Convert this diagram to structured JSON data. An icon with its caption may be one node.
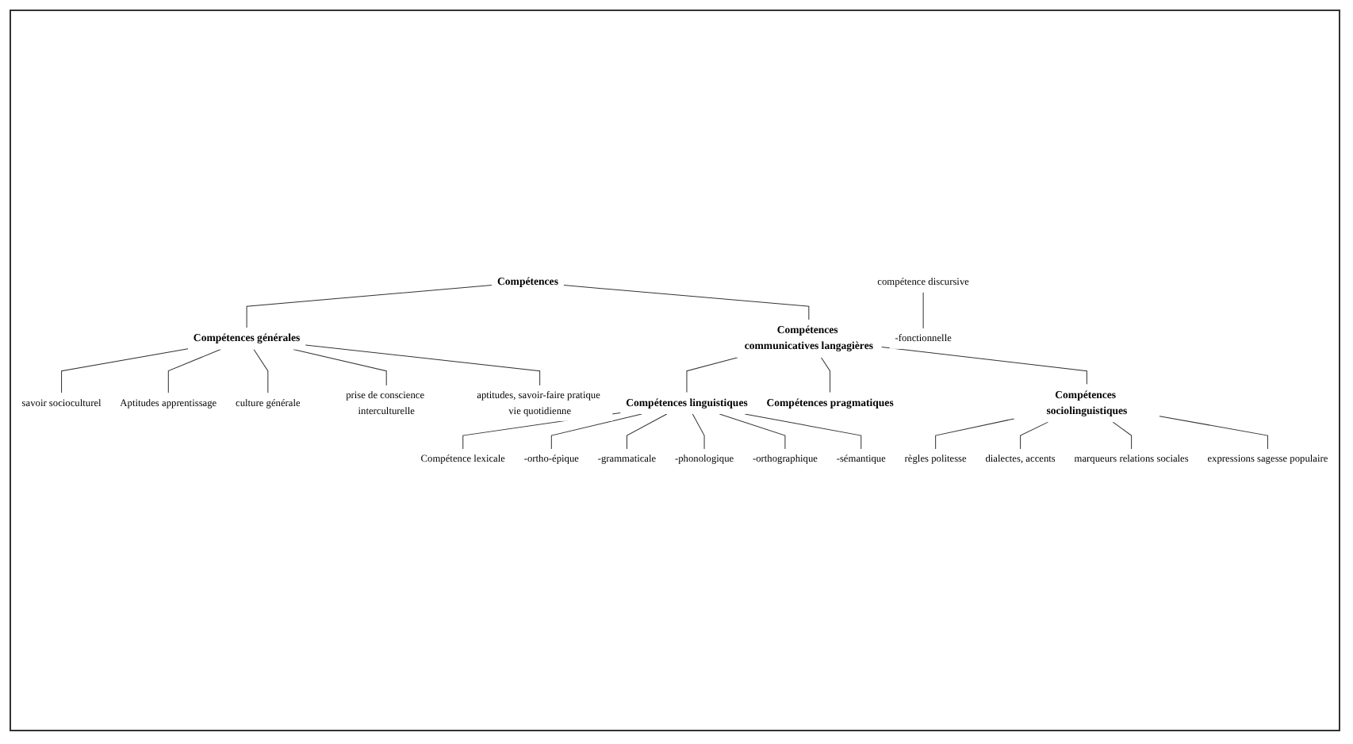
{
  "diagram": {
    "nodes": [
      {
        "text": [
          "Compétences"
        ]
      },
      {
        "text": [
          "Compétences générales"
        ]
      },
      {
        "text": [
          "Compétences communicatives langagières"
        ]
      },
      {
        "text": [
          "savoir socioculturel"
        ]
      },
      {
        "text": [
          "Aptitudes apprentissage"
        ]
      },
      {
        "text": [
          "culture générale"
        ]
      },
      {
        "text": [
          "prise de conscience interculturelle"
        ]
      },
      {
        "text": [
          "aptitudes, savoir-faire pratique vie quotidienne"
        ]
      },
      {
        "text": [
          "Compétences linguistiques"
        ]
      },
      {
        "text": [
          "Compétences pragmatiques"
        ]
      },
      {
        "text": [
          "compétence discursive"
        ]
      },
      {
        "text": [
          "-fonctionnelle"
        ]
      },
      {
        "text": [
          "Compétence lexicale"
        ]
      },
      {
        "text": [
          "-sémantique"
        ]
      },
      {
        "text": [
          "Compétences sociolinguistiques"
        ]
      },
      {
        "text": [
          "-ortho-épique"
        ]
      },
      {
        "text": [
          "-orthographique"
        ]
      },
      {
        "text": [
          "-phonologique"
        ]
      },
      {
        "text": [
          "-grammaticale"
        ]
      },
      {
        "text": [
          "expressions sagesse populaire"
        ]
      },
      {
        "text": [
          "règles politesse"
        ]
      },
      {
        "text": [
          "dialectes, accents"
        ]
      },
      {
        "text": [
          "marqueurs relations sociales"
        ]
      }
    ],
    "edges": [
      {
        "from": 0,
        "to": 1,
        "arrow": "none"
      },
      {
        "from": 0,
        "to": 2,
        "arrow": "none"
      },
      {
        "from": 1,
        "to": 3,
        "arrow": "none"
      },
      {
        "from": 1,
        "to": 5,
        "arrow": "none"
      },
      {
        "from": 1,
        "to": 7,
        "arrow": "none"
      },
      {
        "from": 1,
        "to": 6,
        "arrow": "none"
      },
      {
        "from": 1,
        "to": 4,
        "arrow": "none"
      },
      {
        "from": 2,
        "to": 8,
        "arrow": "none"
      },
      {
        "from": 2,
        "to": 14,
        "arrow": "none"
      },
      {
        "from": 2,
        "to": 9,
        "arrow": "none"
      },
      {
        "from": 10,
        "to": 11,
        "arrow": "none"
      },
      {
        "from": 8,
        "to": 12,
        "arrow": "none"
      },
      {
        "from": 8,
        "to": 15,
        "arrow": "none"
      },
      {
        "from": 8,
        "to": 18,
        "arrow": "none"
      },
      {
        "from": 8,
        "to": 17,
        "arrow": "none"
      },
      {
        "from": 8,
        "to": 16,
        "arrow": "none"
      },
      {
        "from": 8,
        "to": 13,
        "arrow": "none"
      },
      {
        "from": 14,
        "to": 20,
        "arrow": "none"
      },
      {
        "from": 14,
        "to": 21,
        "arrow": "none"
      },
      {
        "from": 14,
        "to": 22,
        "arrow": "none"
      },
      {
        "from": 14,
        "to": 19,
        "arrow": "none"
      }
    ]
  }
}
